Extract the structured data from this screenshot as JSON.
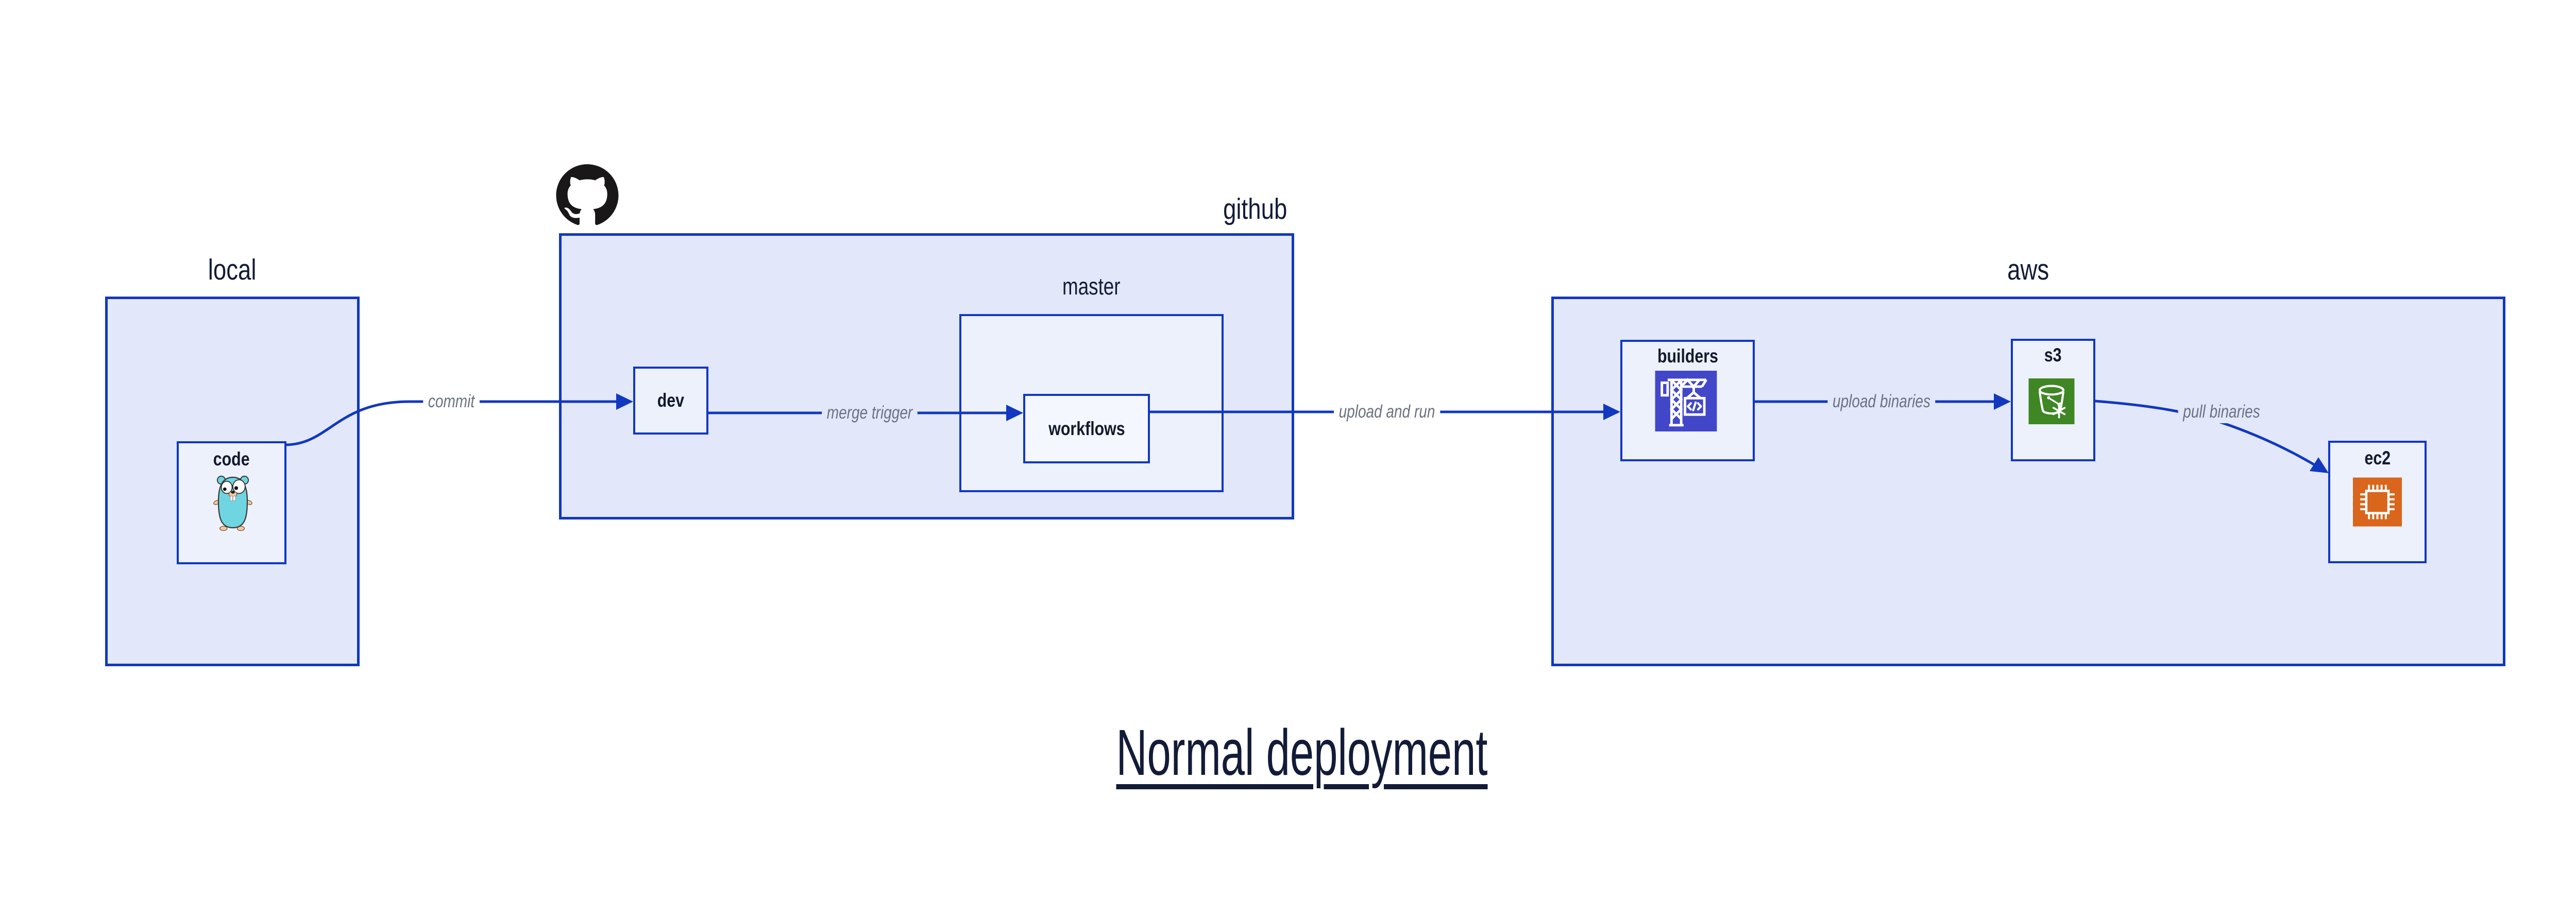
{
  "title": "Normal deployment",
  "containers": {
    "local": {
      "label": "local"
    },
    "github": {
      "label": "github"
    },
    "master": {
      "label": "master"
    },
    "aws": {
      "label": "aws"
    }
  },
  "nodes": {
    "code": {
      "label": "code",
      "icon": "go-gopher-icon"
    },
    "dev": {
      "label": "dev"
    },
    "workflows": {
      "label": "workflows"
    },
    "builders": {
      "label": "builders",
      "icon": "codebuild-crane-icon"
    },
    "s3": {
      "label": "s3",
      "icon": "s3-bucket-icon"
    },
    "ec2": {
      "label": "ec2",
      "icon": "ec2-chip-icon"
    }
  },
  "edges": {
    "commit": {
      "label": "commit",
      "from": "code",
      "to": "dev"
    },
    "merge": {
      "label": "merge trigger",
      "from": "dev",
      "to": "workflows"
    },
    "upload_run": {
      "label": "upload and run",
      "from": "workflows",
      "to": "builders"
    },
    "upload_bin": {
      "label": "upload binaries",
      "from": "builders",
      "to": "s3"
    },
    "pull_bin": {
      "label": "pull binaries",
      "from": "s3",
      "to": "ec2"
    }
  },
  "icons": {
    "octocat": "github-octocat-icon",
    "gopher": "go-gopher-icon",
    "builders": "codebuild-crane-icon",
    "s3": "s3-bucket-icon",
    "ec2": "ec2-chip-icon"
  },
  "colors": {
    "stroke_blue": "#1238bf",
    "container_fill": "#e2e8fa",
    "node_fill": "#edf1fc",
    "label_navy": "#121c38",
    "edge_label_gray": "#6b7280",
    "codebuild_indigo": "#4247c9",
    "s3_green": "#3f8624",
    "ec2_orange": "#d9661c",
    "gopher_teal": "#6fd5e1",
    "octocat_black": "#191717"
  }
}
